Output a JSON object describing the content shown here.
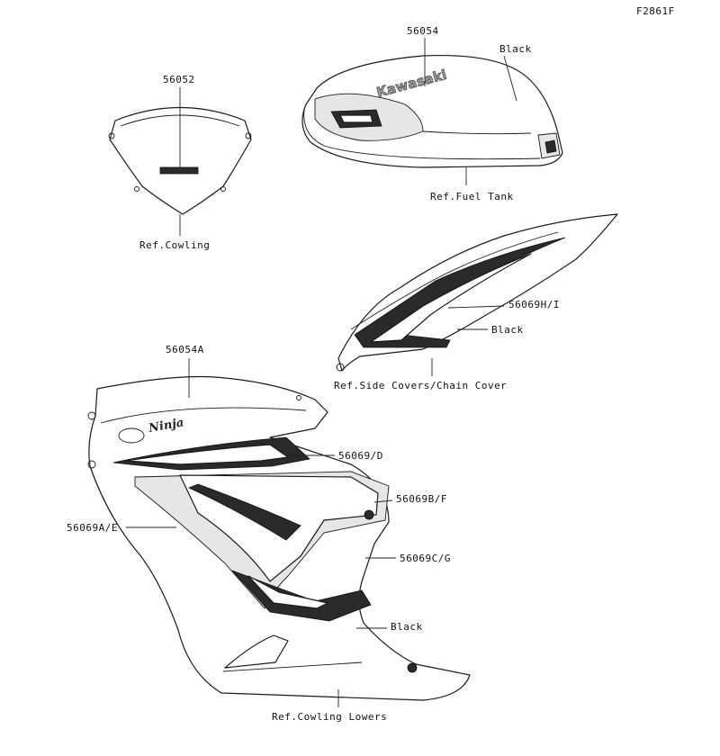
{
  "figure_code": "F2861F",
  "parts": {
    "windshield_decal": "56052",
    "windshield_ref": "Ref.Cowling",
    "tank_decal": "56054",
    "tank_color": "Black",
    "tank_ref": "Ref.Fuel Tank",
    "tank_logo": "Kawasaki",
    "side_cover_decal": "56069H/I",
    "side_cover_color": "Black",
    "side_cover_ref": "Ref.Side Covers/Chain Cover",
    "cowling_decal": "56054A",
    "cowling_logo": "Ninja",
    "stripe_upper": "56069/D",
    "stripe_bf": "56069B/F",
    "stripe_ae": "56069A/E",
    "stripe_cg": "56069C/G",
    "lower_color": "Black",
    "lower_ref": "Ref.Cowling Lowers"
  }
}
